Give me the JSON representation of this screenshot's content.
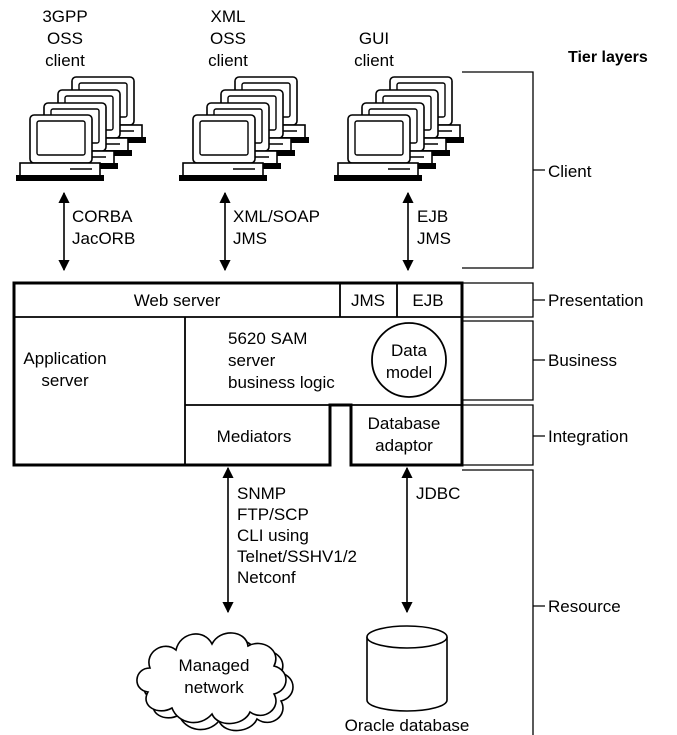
{
  "clients": {
    "c3gpp": [
      "3GPP",
      "OSS",
      "client"
    ],
    "cxml": [
      "XML",
      "OSS",
      "client"
    ],
    "cgui": [
      "GUI",
      "client"
    ]
  },
  "protocols": {
    "p3gpp": [
      "CORBA",
      "JacORB"
    ],
    "pxml": [
      "XML/SOAP",
      "JMS"
    ],
    "pgui": [
      "EJB",
      "JMS"
    ],
    "mediators": [
      "SNMP",
      "FTP/SCP",
      "CLI using",
      "Telnet/SSHV1/2",
      "Netconf"
    ],
    "database": [
      "JDBC"
    ]
  },
  "server": {
    "web_server": "Web server",
    "jms": "JMS",
    "ejb": "EJB",
    "app_server": [
      "Application",
      "server"
    ],
    "sam": [
      "5620 SAM",
      "server",
      "business logic"
    ],
    "data_model": [
      "Data",
      "model"
    ],
    "mediators": "Mediators",
    "db_adaptor": [
      "Database",
      "adaptor"
    ]
  },
  "resources": {
    "network": [
      "Managed",
      "network"
    ],
    "oracle": "Oracle database"
  },
  "tiers": {
    "title": "Tier layers",
    "client": "Client",
    "presentation": "Presentation",
    "business": "Business",
    "integration": "Integration",
    "resource": "Resource"
  }
}
